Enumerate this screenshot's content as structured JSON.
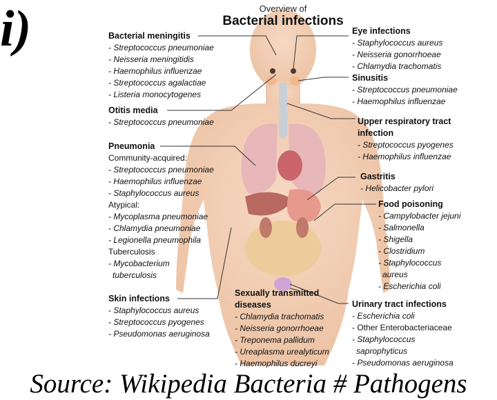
{
  "panel_label": "i)",
  "title_small": "Overview of",
  "title_big": "Bacterial infections",
  "left_sections": [
    {
      "id": "meningitis",
      "heading": "Bacterial meningitis",
      "items": [
        {
          "t": "- Streptococcus pneumoniae",
          "s": "it"
        },
        {
          "t": "- Neisseria meningitidis",
          "s": "it"
        },
        {
          "t": "- Haemophilus influenzae",
          "s": "it"
        },
        {
          "t": "- Streptococcus agalactiae",
          "s": "it"
        },
        {
          "t": "- Listeria monocytogenes",
          "s": "it"
        }
      ]
    },
    {
      "id": "otitis",
      "heading": "Otitis media",
      "items": [
        {
          "t": "- Streptococcus pneumoniae",
          "s": "it"
        }
      ]
    },
    {
      "id": "pneumonia",
      "heading": "Pneumonia",
      "items": [
        {
          "t": "Community-acquired:",
          "s": "pl"
        },
        {
          "t": "- Streptococcus pneumoniae",
          "s": "it"
        },
        {
          "t": "- Haemophilus influenzae",
          "s": "it"
        },
        {
          "t": "- Staphylococcus aureus",
          "s": "it"
        },
        {
          "t": "Atypical:",
          "s": "pl"
        },
        {
          "t": "- Mycoplasma pneumoniae",
          "s": "it"
        },
        {
          "t": "- Chlamydia pneumoniae",
          "s": "it"
        },
        {
          "t": "- Legionella pneumophila",
          "s": "it"
        },
        {
          "t": "Tuberculosis",
          "s": "pl"
        },
        {
          "t": "- Mycobacterium",
          "s": "it"
        },
        {
          "t": "  tuberculosis",
          "s": "it"
        }
      ]
    },
    {
      "id": "skin",
      "heading": "Skin infections",
      "items": [
        {
          "t": "- Staphylococcus aureus",
          "s": "it"
        },
        {
          "t": "- Streptococcus pyogenes",
          "s": "it"
        },
        {
          "t": "- Pseudomonas aeruginosa",
          "s": "it"
        }
      ]
    }
  ],
  "center_sections": [
    {
      "id": "std",
      "heading": "Sexually transmitted diseases",
      "items": [
        {
          "t": "- Chlamydia trachomatis",
          "s": "it"
        },
        {
          "t": "- Neisseria gonorrhoeae",
          "s": "it"
        },
        {
          "t": "- Treponema pallidum",
          "s": "it"
        },
        {
          "t": "- Ureaplasma urealyticum",
          "s": "it"
        },
        {
          "t": "- Haemophilus ducreyi",
          "s": "it"
        }
      ]
    }
  ],
  "right_sections": [
    {
      "id": "eye",
      "heading": "Eye infections",
      "items": [
        {
          "t": "- Staphylococcus aureus",
          "s": "it"
        },
        {
          "t": "- Neisseria gonorrhoeae",
          "s": "it"
        },
        {
          "t": "- Chlamydia trachomatis",
          "s": "it"
        }
      ]
    },
    {
      "id": "sinusitis",
      "heading": "Sinusitis",
      "items": [
        {
          "t": "- Streptococcus pneumoniae",
          "s": "it"
        },
        {
          "t": "- Haemophilus influenzae",
          "s": "it"
        }
      ]
    },
    {
      "id": "urti",
      "heading": "Upper respiratory tract infection",
      "items": [
        {
          "t": "- Streptococcus pyogenes",
          "s": "it"
        },
        {
          "t": "- Haemophilus influenzae",
          "s": "it"
        }
      ]
    },
    {
      "id": "gastritis",
      "heading": "Gastritis",
      "items": [
        {
          "t": "- Helicobacter pylori",
          "s": "it"
        }
      ]
    },
    {
      "id": "food",
      "heading": "Food poisoning",
      "items": [
        {
          "t": "- Campylobacter jejuni",
          "s": "it"
        },
        {
          "t": "- Salmonella",
          "s": "it"
        },
        {
          "t": "- Shigella",
          "s": "it"
        },
        {
          "t": "- Clostridium",
          "s": "it"
        },
        {
          "t": "- Staphylococcus",
          "s": "it"
        },
        {
          "t": "  aureus",
          "s": "it"
        },
        {
          "t": "- Escherichia coli",
          "s": "it"
        }
      ]
    },
    {
      "id": "uti",
      "heading": "Urinary tract infections",
      "items": [
        {
          "t": "- Escherichia coli",
          "s": "it"
        },
        {
          "t": "- Other Enterobacteriaceae",
          "s": "pl"
        },
        {
          "t": "- Staphylococcus",
          "s": "it"
        },
        {
          "t": "  saprophyticus",
          "s": "it"
        },
        {
          "t": "- Pseudomonas aeruginosa",
          "s": "it"
        }
      ]
    }
  ],
  "source": "Source: Wikipedia Bacteria # Pathogens",
  "colors": {
    "skin": "#f2cdb3",
    "lungs": "#e7b7ba",
    "stomach": "#e79a8c",
    "intestine": "#eecb9a",
    "liver": "#b86a61",
    "line": "#333333"
  }
}
